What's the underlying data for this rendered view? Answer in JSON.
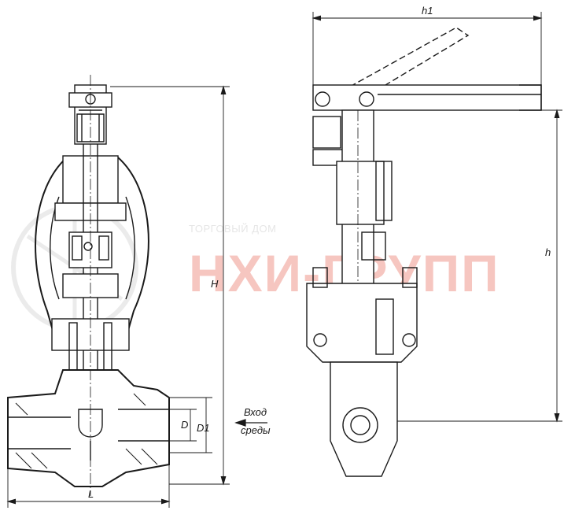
{
  "dimensions": {
    "h1": "h1",
    "h": "h",
    "H": "H",
    "L": "L",
    "D": "D",
    "D1": "D1"
  },
  "flow_label": {
    "line1": "Вход",
    "line2": "среды"
  },
  "watermark": {
    "small": "ТОРГОВЫЙ ДОМ",
    "big": "НХИ-ГРУПП"
  },
  "colors": {
    "line": "#1a1a1a",
    "watermark_red": "#f6c6c0",
    "watermark_grey": "#e6e6e6"
  }
}
